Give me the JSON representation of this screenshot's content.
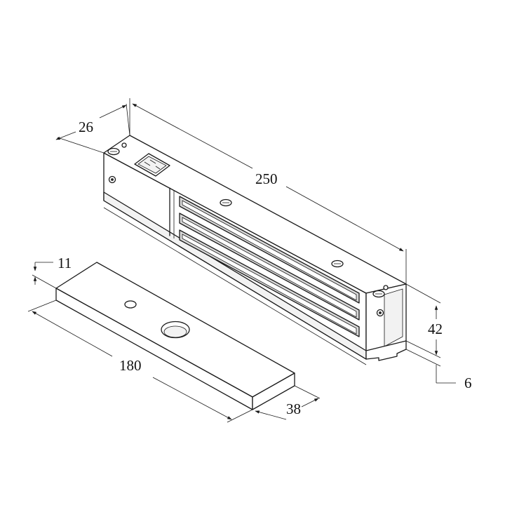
{
  "dimensions": {
    "depth": "26",
    "length": "250",
    "height": "42",
    "offset": "6",
    "plate_thickness": "11",
    "plate_length": "180",
    "plate_width": "38"
  },
  "colors": {
    "line": "#1a1a1a",
    "background": "#ffffff"
  }
}
